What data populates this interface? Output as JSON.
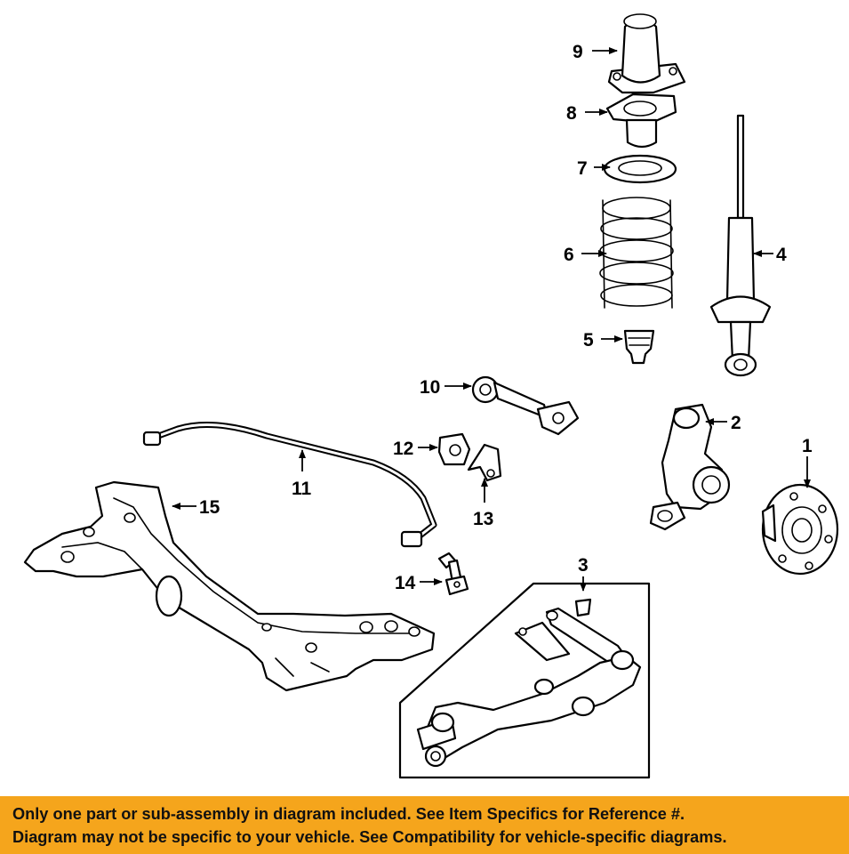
{
  "callouts": [
    {
      "id": "1",
      "label": "1"
    },
    {
      "id": "2",
      "label": "2"
    },
    {
      "id": "3",
      "label": "3"
    },
    {
      "id": "4",
      "label": "4"
    },
    {
      "id": "5",
      "label": "5"
    },
    {
      "id": "6",
      "label": "6"
    },
    {
      "id": "7",
      "label": "7"
    },
    {
      "id": "8",
      "label": "8"
    },
    {
      "id": "9",
      "label": "9"
    },
    {
      "id": "10",
      "label": "10"
    },
    {
      "id": "11",
      "label": "11"
    },
    {
      "id": "12",
      "label": "12"
    },
    {
      "id": "13",
      "label": "13"
    },
    {
      "id": "14",
      "label": "14"
    },
    {
      "id": "15",
      "label": "15"
    }
  ],
  "banner": {
    "line1": "Only one part or sub-assembly in diagram included. See Item Specifics for Reference #.",
    "line2": "Diagram may not be specific to your vehicle. See Compatibility for vehicle-specific diagrams.",
    "background": "#f5a51c"
  }
}
